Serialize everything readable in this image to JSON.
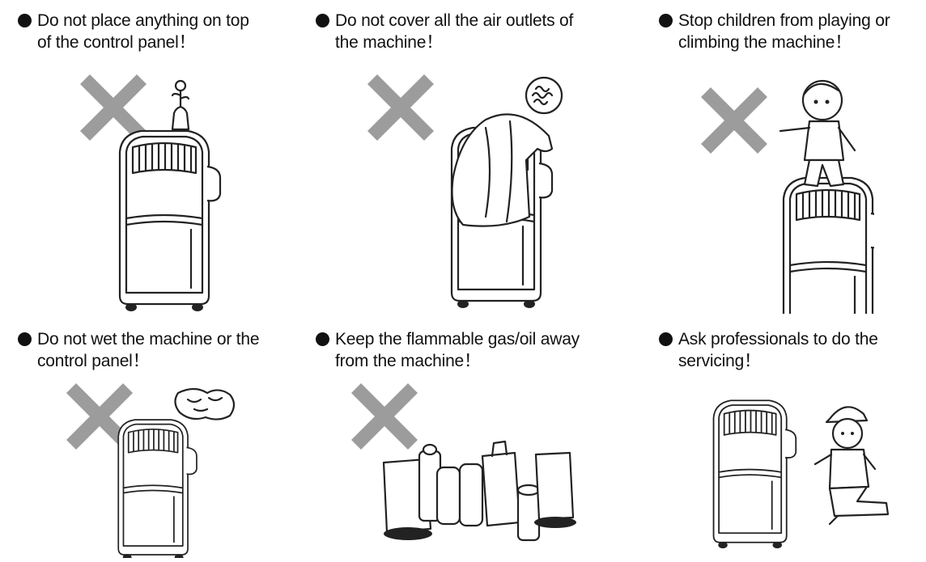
{
  "warnings": [
    {
      "text": "Do not place anything on top\nof the control panel！",
      "illustration": "vase-on-top"
    },
    {
      "text": "Do not cover all the air outlets of\nthe machine！",
      "illustration": "cloth-cover"
    },
    {
      "text": "Stop children from playing or\nclimbing the machine！",
      "illustration": "child-climbing"
    },
    {
      "text": "Do not wet the machine or the\ncontrol panel！",
      "illustration": "water-splash"
    },
    {
      "text": "Keep the flammable gas/oil away\nfrom the machine！",
      "illustration": "fuel-cans"
    },
    {
      "text": "Ask professionals to do the\nservicing！",
      "illustration": "technician"
    }
  ],
  "colors": {
    "prohibit_mark": "#9c9c9c",
    "line_art": "#222222",
    "text": "#111111"
  }
}
